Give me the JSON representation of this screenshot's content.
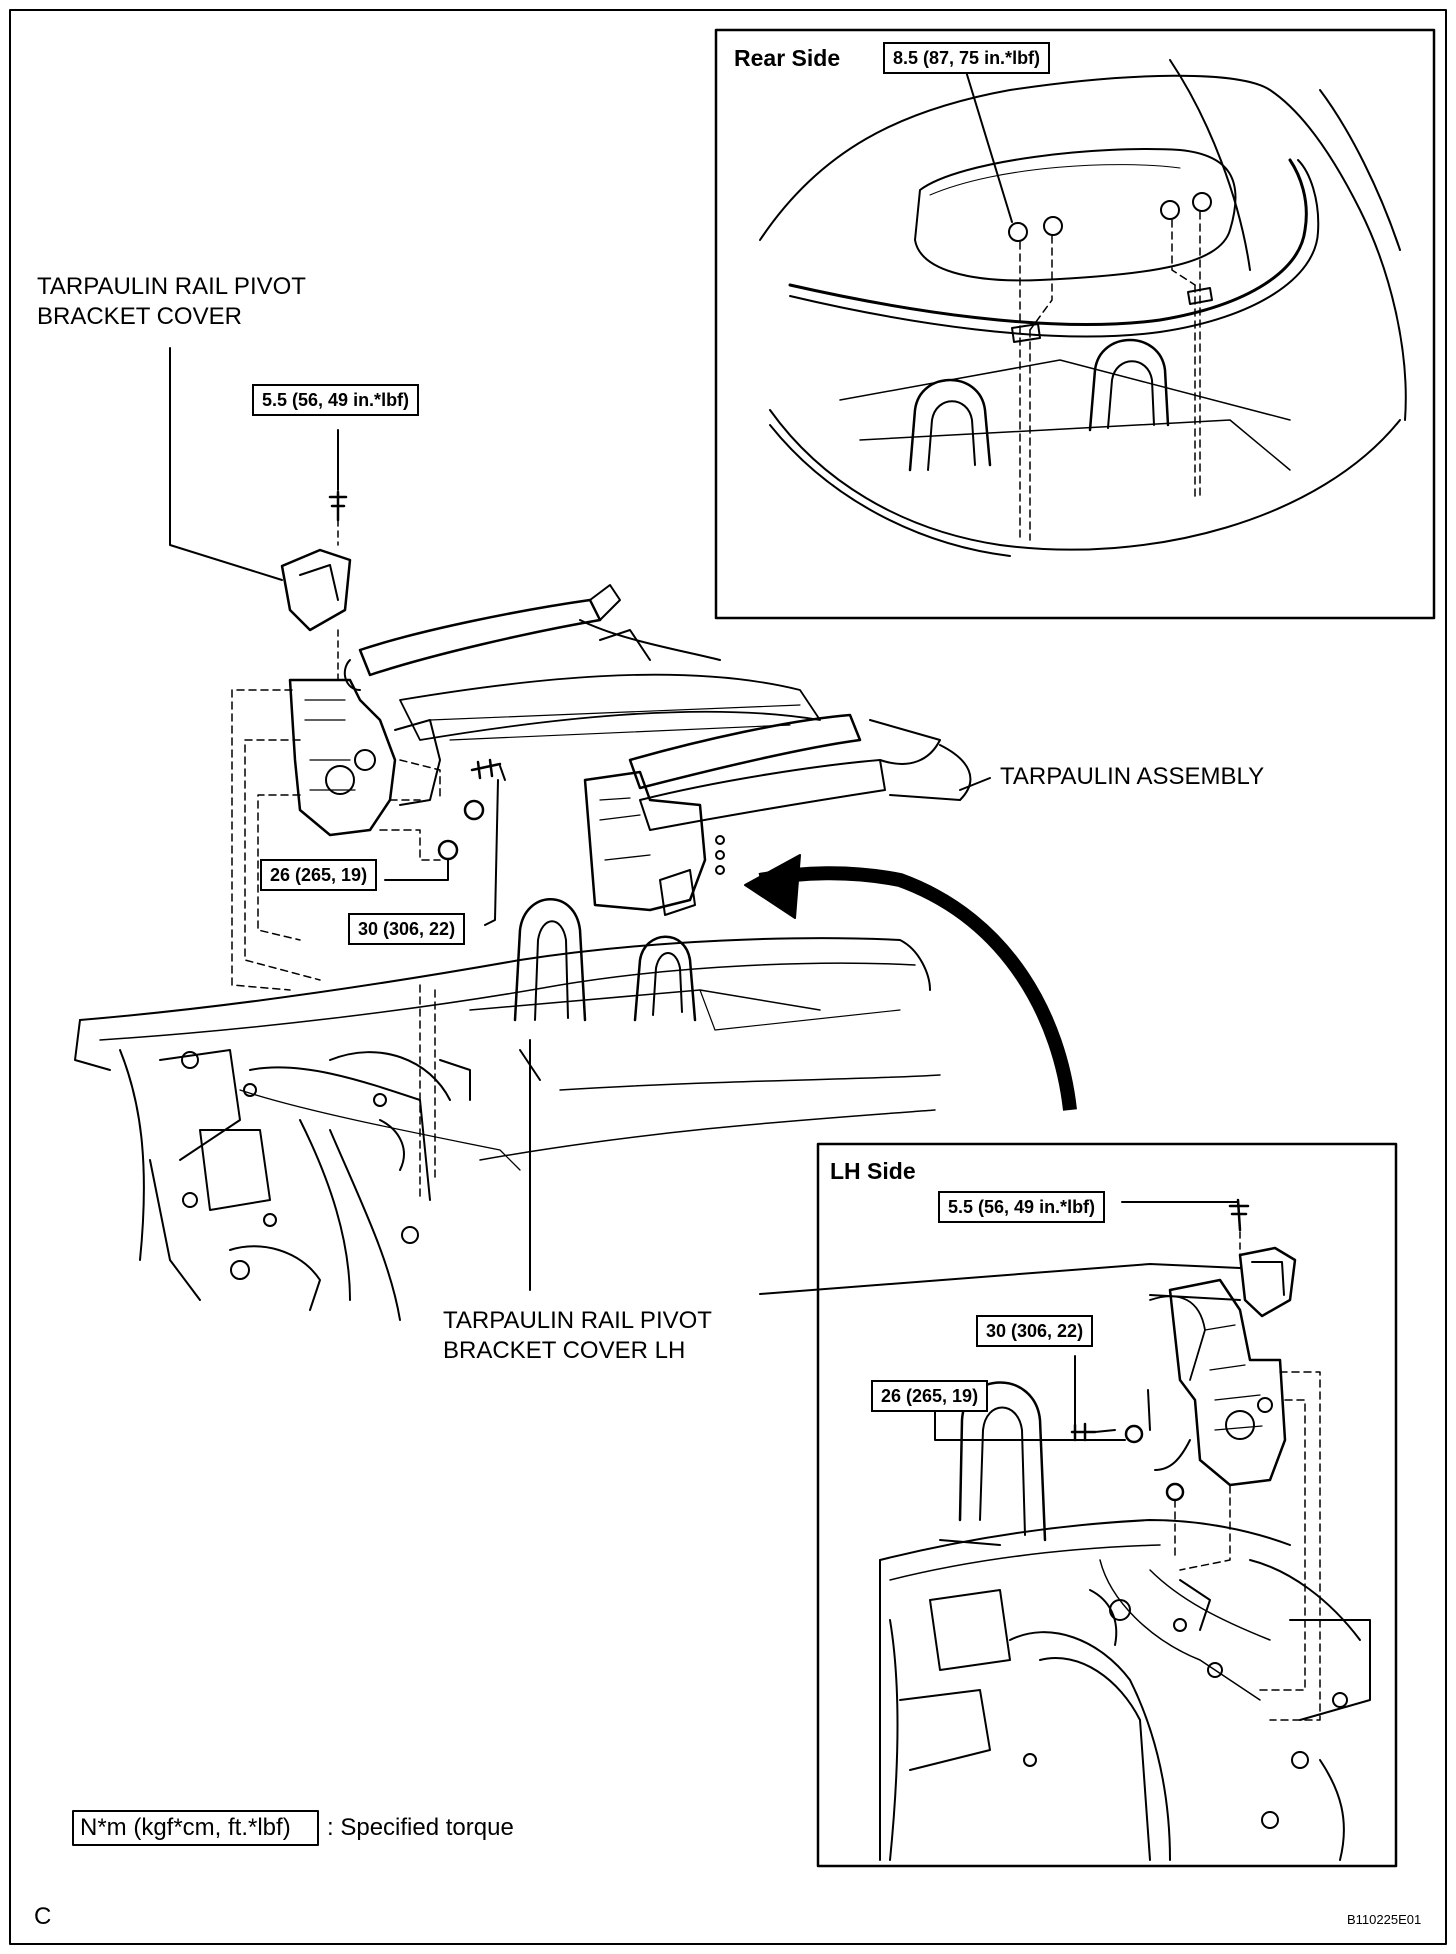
{
  "labels": {
    "rail_pivot_cover": [
      "TARPAULIN RAIL PIVOT",
      "BRACKET COVER"
    ],
    "rail_pivot_cover_lh": [
      "TARPAULIN RAIL PIVOT",
      "BRACKET COVER LH"
    ],
    "tarpaulin_assembly": "TARPAULIN ASSEMBLY"
  },
  "panels": {
    "rear_side": {
      "title": "Rear Side"
    },
    "lh_side": {
      "title": "LH Side"
    }
  },
  "torques": {
    "rear_nut": "8.5 (87, 75 in.*lbf)",
    "cover_bolt": "5.5 (56, 49 in.*lbf)",
    "main_nut": "26 (265, 19)",
    "main_bolt": "30 (306, 22)",
    "lh_cover_bolt": "5.5 (56, 49 in.*lbf)",
    "lh_bolt": "30 (306, 22)",
    "lh_nut": "26 (265, 19)"
  },
  "legend": {
    "unit": "N*m (kgf*cm, ft.*lbf)",
    "description": ": Specified torque"
  },
  "corner_letter": "C",
  "figure_code": "B110225E01"
}
